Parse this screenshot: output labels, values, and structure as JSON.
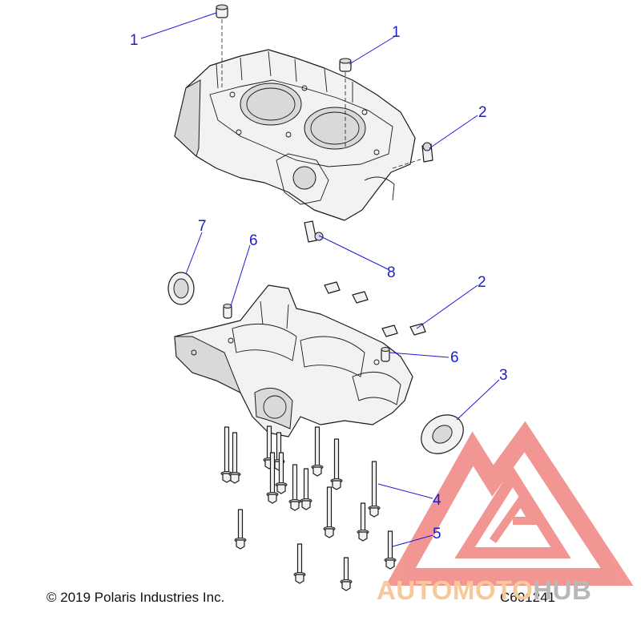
{
  "figure": {
    "copyright": "© 2019 Polaris Industries Inc.",
    "figure_id": "C601241"
  },
  "callouts": [
    {
      "id": "c1a",
      "label": "1"
    },
    {
      "id": "c1b",
      "label": "1"
    },
    {
      "id": "c2a",
      "label": "2"
    },
    {
      "id": "c2b",
      "label": "2"
    },
    {
      "id": "c3",
      "label": "3"
    },
    {
      "id": "c4",
      "label": "4"
    },
    {
      "id": "c5",
      "label": "5"
    },
    {
      "id": "c6a",
      "label": "6"
    },
    {
      "id": "c6b",
      "label": "6"
    },
    {
      "id": "c7",
      "label": "7"
    },
    {
      "id": "c8",
      "label": "8"
    }
  ],
  "watermark": {
    "part1": "AUTOMOTO",
    "part2": "HUB",
    "color_accent": "#e8413b",
    "color_text1": "#f5c08a",
    "color_text2": "#aaaaaa"
  },
  "colors": {
    "callout": "#1a1ad8",
    "line_art": "#1a1a1a"
  }
}
